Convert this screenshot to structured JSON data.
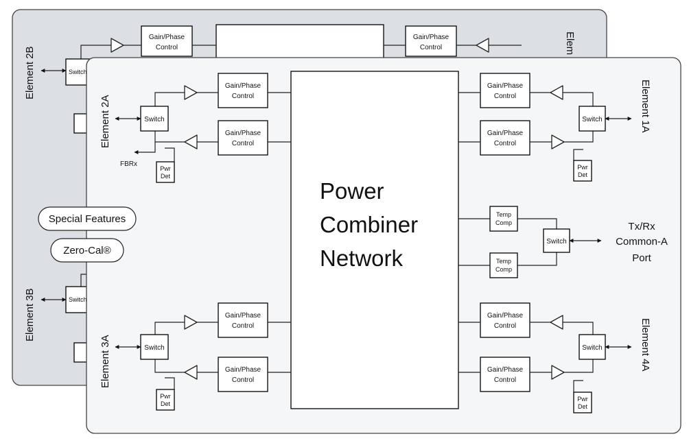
{
  "colors": {
    "back_panel": "#dcdfe4",
    "front_panel": "#f5f6f8",
    "box_fill": "#ffffff",
    "line": "#222222"
  },
  "network": {
    "title_lines": [
      "Power",
      "Combiner",
      "Network"
    ]
  },
  "back_board": {
    "element_2b": "Element 2B",
    "element_3b": "Element 3B",
    "element_1b_partial": "Elem",
    "gain_phase": [
      "Gain/Phase",
      "Control"
    ],
    "switch_partial": "Switch"
  },
  "front_board": {
    "element_labels": {
      "e2a": "Element 2A",
      "e3a": "Element 3A",
      "e1a": "Element  1A",
      "e4a": "Element 4A"
    },
    "gain_phase": [
      "Gain/Phase",
      "Control"
    ],
    "switch": "Switch",
    "pwr_det": [
      "Pwr",
      "Det"
    ],
    "temp_comp": [
      "Temp",
      "Comp"
    ],
    "fbrx": "FBRx",
    "port_lines": [
      "Tx/Rx",
      "Common-A",
      "Port"
    ]
  },
  "badges": {
    "special_features": "Special Features",
    "zero_cal": "Zero-Cal®"
  }
}
